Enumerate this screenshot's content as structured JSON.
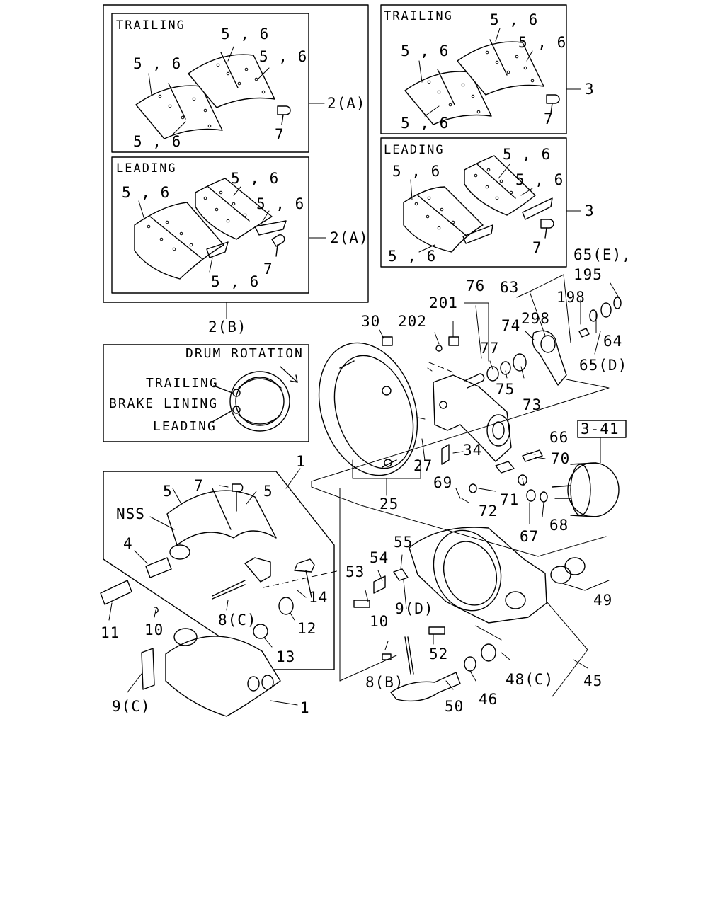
{
  "boxes": {
    "trailing_a": "TRAILING",
    "leading_a": "LEADING",
    "trailing_3": "TRAILING",
    "leading_3": "LEADING"
  },
  "rotation_box": {
    "title": "DRUM ROTATION",
    "trailing": "TRAILING",
    "brake_lining": "BRAKE LINING",
    "leading": "LEADING"
  },
  "callouts": {
    "nss": "NSS",
    "ref_box": "3-41",
    "c56_1": "5 , 6",
    "c56_2": "5 , 6",
    "c56_3": "5 , 6",
    "c56_4": "5 , 6",
    "c56_5": "5 , 6",
    "c56_6": "5 , 6",
    "c56_7": "5 , 6",
    "c56_8": "5 , 6",
    "c56_9": "5 , 6",
    "c56_10": "5 , 6",
    "c56_11": "5 , 6",
    "c56_12": "5 , 6",
    "c56_13": "5 , 6",
    "c56_14": "5 , 6",
    "c56_15": "5 , 6",
    "c56_16": "5 , 6",
    "p2a_1": "2(A)",
    "p2a_2": "2(A)",
    "p2b": "2(B)",
    "p3_1": "3",
    "p3_2": "3",
    "p7_1": "7",
    "p7_2": "7",
    "p7_3": "7",
    "p7_4": "7",
    "p7_5": "7",
    "p1_1": "1",
    "p1_2": "1",
    "p4": "4",
    "p5_1": "5",
    "p5_2": "5",
    "p8b": "8(B)",
    "p8c": "8(C)",
    "p9c": "9(C)",
    "p9d": "9(D)",
    "p10_1": "10",
    "p10_2": "10",
    "p11": "11",
    "p12": "12",
    "p13": "13",
    "p14": "14",
    "p25": "25",
    "p27": "27",
    "p30": "30",
    "p34": "34",
    "p45": "45",
    "p46": "46",
    "p48c": "48(C)",
    "p49": "49",
    "p50": "50",
    "p52": "52",
    "p53": "53",
    "p54": "54",
    "p55": "55",
    "p63": "63",
    "p64": "64",
    "p65d": "65(D)",
    "p65e": "65(E),",
    "p66": "66",
    "p67": "67",
    "p68": "68",
    "p69": "69",
    "p70": "70",
    "p71": "71",
    "p72": "72",
    "p73": "73",
    "p74": "74",
    "p75": "75",
    "p76": "76",
    "p77": "77",
    "p195": "195",
    "p198": "198",
    "p201": "201",
    "p202": "202",
    "p298": "298"
  }
}
